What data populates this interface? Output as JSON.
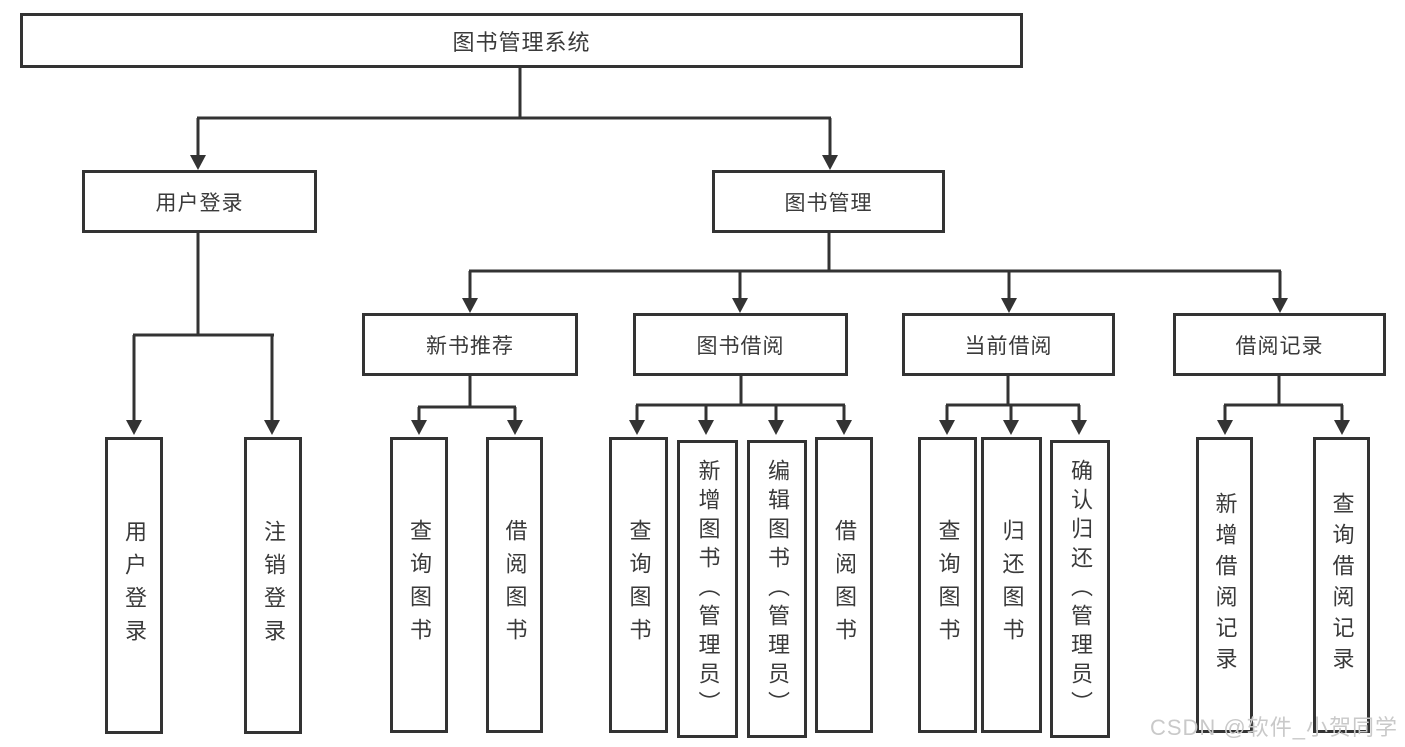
{
  "tree": {
    "label": "图书管理系统",
    "children": [
      {
        "label": "用户登录",
        "children": [
          {
            "label": "用户登录"
          },
          {
            "label": "注销登录"
          }
        ]
      },
      {
        "label": "图书管理",
        "children": [
          {
            "label": "新书推荐",
            "children": [
              {
                "label": "查询图书"
              },
              {
                "label": "借阅图书"
              }
            ]
          },
          {
            "label": "图书借阅",
            "children": [
              {
                "label": "查询图书"
              },
              {
                "label": "新增图书（管理员）"
              },
              {
                "label": "编辑图书（管理员）"
              },
              {
                "label": "借阅图书"
              }
            ]
          },
          {
            "label": "当前借阅",
            "children": [
              {
                "label": "查询图书"
              },
              {
                "label": "归还图书"
              },
              {
                "label": "确认归还（管理员）"
              }
            ]
          },
          {
            "label": "借阅记录",
            "children": [
              {
                "label": "新增借阅记录"
              },
              {
                "label": "查询借阅记录"
              }
            ]
          }
        ]
      }
    ]
  },
  "watermark": {
    "text": "CSDN @软件_小贺同学"
  },
  "colors": {
    "line": "#333333",
    "node_border": "#333333",
    "text": "#3a3a3a",
    "watermark": "#c9c9c9",
    "background": "#ffffff"
  }
}
